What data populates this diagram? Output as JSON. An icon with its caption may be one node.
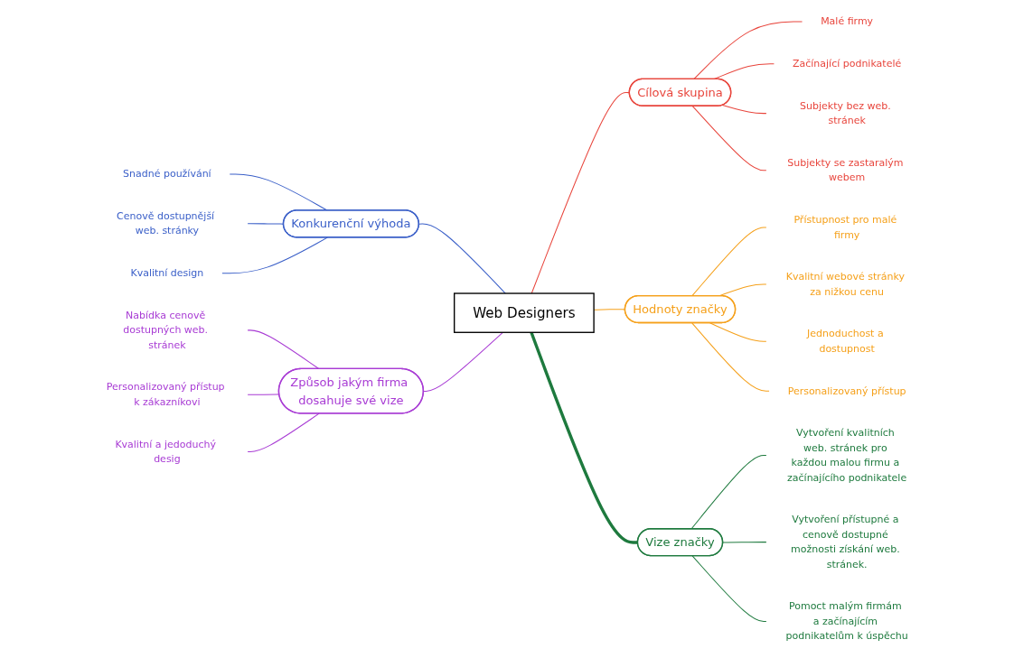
{
  "diagram": {
    "nodes": [
      {
        "text": [
          "Web Designers"
        ]
      },
      {
        "text": [
          "Konkurenční výhoda"
        ]
      },
      {
        "text": [
          "Snadné používání"
        ]
      },
      {
        "text": [
          "Cenově dostupnější web. stránky"
        ]
      },
      {
        "text": [
          "Kvalitní design"
        ]
      },
      {
        "text": [
          "Cílová skupina"
        ]
      },
      {
        "text": [
          "Malé firmy"
        ]
      },
      {
        "text": [
          "Začínající podnikatelé"
        ]
      },
      {
        "text": [
          "Subjekty bez web. stránek"
        ]
      },
      {
        "text": [
          "Subjekty se zastaralým webem"
        ]
      },
      {
        "text": [
          "Hodnoty značky"
        ]
      },
      {
        "text": [
          "Přístupnost pro malé firmy"
        ]
      },
      {
        "text": [
          "Kvalitní webové stránky za nižkou cenu"
        ]
      },
      {
        "text": [
          "Jednoduchost a dostupnost"
        ]
      },
      {
        "text": [
          "Personalizovaný přístup"
        ]
      },
      {
        "text": [
          "Způsob jakým firma dosahuje své vize"
        ]
      },
      {
        "text": [
          "Nabídka cenově dostupných web. stránek"
        ]
      },
      {
        "text": [
          "Personalizovaný přístup k zákazníkovi"
        ]
      },
      {
        "text": [
          "Kvalitní a jedoduchý desig"
        ]
      },
      {
        "text": [
          "Vize značky"
        ]
      },
      {
        "text": [
          "Vytvoření kvalitních web. stránek pro každou malou firmu a začínajícího podnikatele"
        ]
      },
      {
        "text": [
          "Vytvoření přístupné a cenově dostupné možnosti získání web. stránek."
        ]
      },
      {
        "text": [
          "Pomoct malým firmám a začínajícím podnikatelům k úspěchu"
        ]
      }
    ],
    "edges": [
      {
        "from": 1,
        "to": 0,
        "arrow": "none",
        "color": "#3a5fc8"
      },
      {
        "from": 2,
        "to": 1,
        "arrow": "none",
        "color": "#3a5fc8"
      },
      {
        "from": 3,
        "to": 1,
        "arrow": "none",
        "color": "#3a5fc8"
      },
      {
        "from": 4,
        "to": 1,
        "arrow": "none",
        "color": "#3a5fc8"
      },
      {
        "from": 0,
        "to": 5,
        "arrow": "none",
        "color": "#e8453c"
      },
      {
        "from": 5,
        "to": 6,
        "arrow": "none",
        "color": "#e8453c"
      },
      {
        "from": 5,
        "to": 7,
        "arrow": "none",
        "color": "#e8453c"
      },
      {
        "from": 5,
        "to": 8,
        "arrow": "none",
        "color": "#e8453c"
      },
      {
        "from": 5,
        "to": 9,
        "arrow": "none",
        "color": "#e8453c"
      },
      {
        "from": 0,
        "to": 10,
        "arrow": "none",
        "color": "#f5a01a"
      },
      {
        "from": 10,
        "to": 11,
        "arrow": "none",
        "color": "#f5a01a"
      },
      {
        "from": 10,
        "to": 12,
        "arrow": "none",
        "color": "#f5a01a"
      },
      {
        "from": 10,
        "to": 13,
        "arrow": "none",
        "color": "#f5a01a"
      },
      {
        "from": 10,
        "to": 14,
        "arrow": "none",
        "color": "#f5a01a"
      },
      {
        "from": 15,
        "to": 0,
        "arrow": "none",
        "color": "#a83bd4"
      },
      {
        "from": 16,
        "to": 15,
        "arrow": "none",
        "color": "#a83bd4"
      },
      {
        "from": 17,
        "to": 15,
        "arrow": "none",
        "color": "#a83bd4"
      },
      {
        "from": 18,
        "to": 15,
        "arrow": "none",
        "color": "#a83bd4"
      },
      {
        "from": 0,
        "to": 19,
        "arrow": "none",
        "style": "thick",
        "color": "#1e7a3e"
      },
      {
        "from": 19,
        "to": 20,
        "arrow": "none",
        "color": "#1e7a3e"
      },
      {
        "from": 19,
        "to": 21,
        "arrow": "none",
        "color": "#1e7a3e"
      },
      {
        "from": 19,
        "to": 22,
        "arrow": "none",
        "color": "#1e7a3e"
      }
    ]
  }
}
